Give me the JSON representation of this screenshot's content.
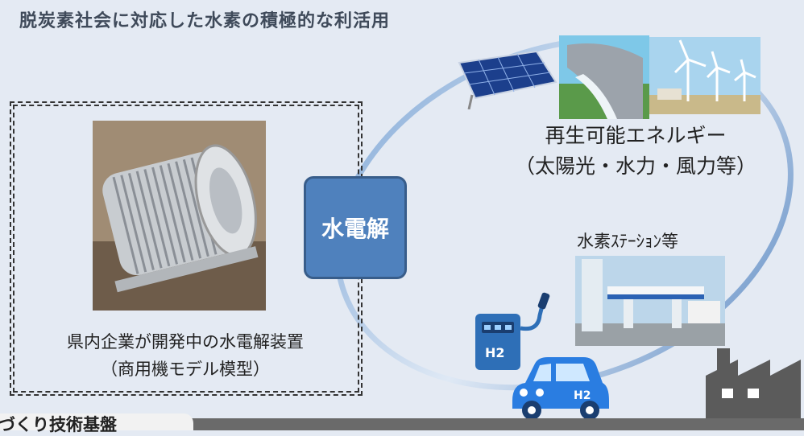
{
  "title": "脱炭素社会に対応した水素の積極的な利活用",
  "device": {
    "caption_line1": "県内企業が開発中の水電解装置",
    "caption_line2": "（商用機モデル模型）"
  },
  "electrolysis_label": "水電解",
  "renewable": {
    "line1": "再生可能エネルギー",
    "line2": "（太陽光・水力・風力等）"
  },
  "station_label": "水素ｽﾃｰｼｮﾝ等",
  "h2_label": "H2",
  "bottom_tab_label": "づくり技術基盤"
}
